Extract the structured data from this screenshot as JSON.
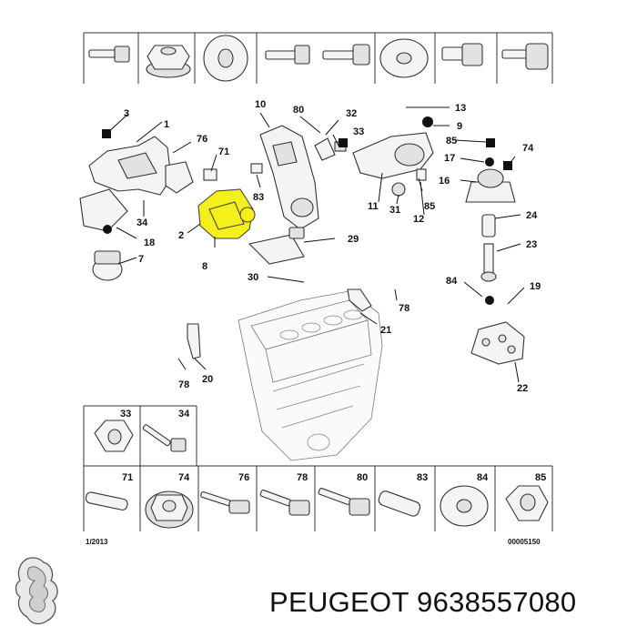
{
  "caption": {
    "brand": "PEUGEOT",
    "part_number": "9638557080"
  },
  "footer": {
    "left": "1/2013",
    "right": "00005150"
  },
  "top_strip": {
    "labels": [
      "",
      "",
      "",
      "",
      "",
      "",
      ""
    ]
  },
  "bottom_strip": {
    "row1": [
      "33",
      "34"
    ],
    "row2": [
      "71",
      "74",
      "76",
      "78",
      "80",
      "83",
      "84",
      "85"
    ]
  },
  "callouts": {
    "c1": "1",
    "c2": "2",
    "c3": "3",
    "c7": "7",
    "c8": "8",
    "c9": "9",
    "c10": "10",
    "c11": "11",
    "c12": "12",
    "c13": "13",
    "c16": "16",
    "c17": "17",
    "c18": "18",
    "c19": "19",
    "c20": "20",
    "c21": "21",
    "c22": "22",
    "c23": "23",
    "c24": "24",
    "c29": "29",
    "c30": "30",
    "c31": "31",
    "c32": "32",
    "c33": "33",
    "c34": "34",
    "c71": "71",
    "c74": "74",
    "c76": "76",
    "c78a": "78",
    "c78b": "78",
    "c80": "80",
    "c83": "83",
    "c84": "84",
    "c85a": "85",
    "c85b": "85"
  },
  "colors": {
    "highlight": "#f5ef1a",
    "line": "#111111"
  },
  "icons": {
    "logo": "peugeot-lion-logo"
  }
}
